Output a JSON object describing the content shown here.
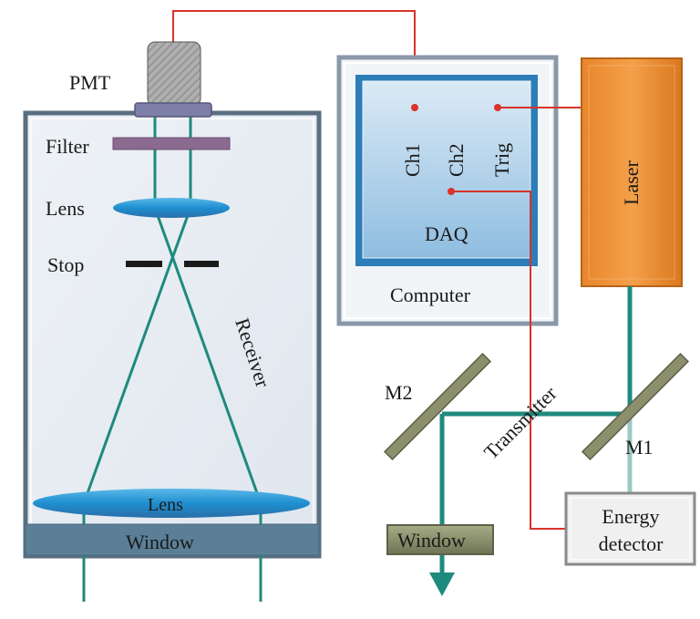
{
  "diagram": {
    "receiver": {
      "label": "Receiver",
      "pmt": "PMT",
      "filter": "Filter",
      "lens_top": "Lens",
      "stop": "Stop",
      "lens_bottom": "Lens",
      "window": "Window"
    },
    "computer": {
      "label": "Computer",
      "daq": "DAQ",
      "ch1": "Ch1",
      "ch2": "Ch2",
      "trig": "Trig"
    },
    "laser": {
      "label": "Laser"
    },
    "transmitter": {
      "label": "Transmitter",
      "m1": "M1",
      "m2": "M2",
      "window": "Window",
      "energy_detector_line1": "Energy",
      "energy_detector_line2": "detector"
    },
    "colors": {
      "beam": "#1e8a7e",
      "signal_wire": "#d9332a",
      "laser": "#f0922f",
      "daq": "#a9cde8",
      "mirror": "#8c8f6c"
    }
  }
}
